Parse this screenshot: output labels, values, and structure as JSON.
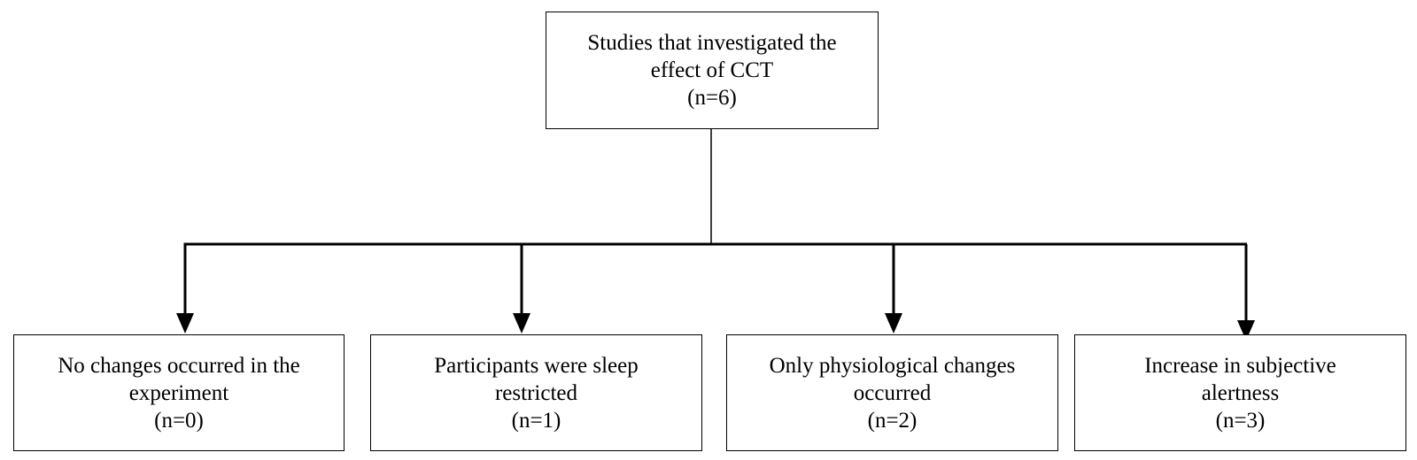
{
  "root": {
    "line1": "Studies that investigated the",
    "line2": "effect of CCT",
    "count": "(n=6)"
  },
  "children": [
    {
      "line1": "No changes occurred in the",
      "line2": "experiment",
      "count": "(n=0)"
    },
    {
      "line1": "Participants were sleep",
      "line2": "restricted",
      "count": "(n=1)"
    },
    {
      "line1": "Only physiological changes",
      "line2": "occurred",
      "count": "(n=2)"
    },
    {
      "line1": "Increase in subjective",
      "line2": "alertness",
      "count": "(n=3)"
    }
  ],
  "colors": {
    "line": "#000000",
    "box_border": "#000000",
    "background": "#ffffff"
  }
}
